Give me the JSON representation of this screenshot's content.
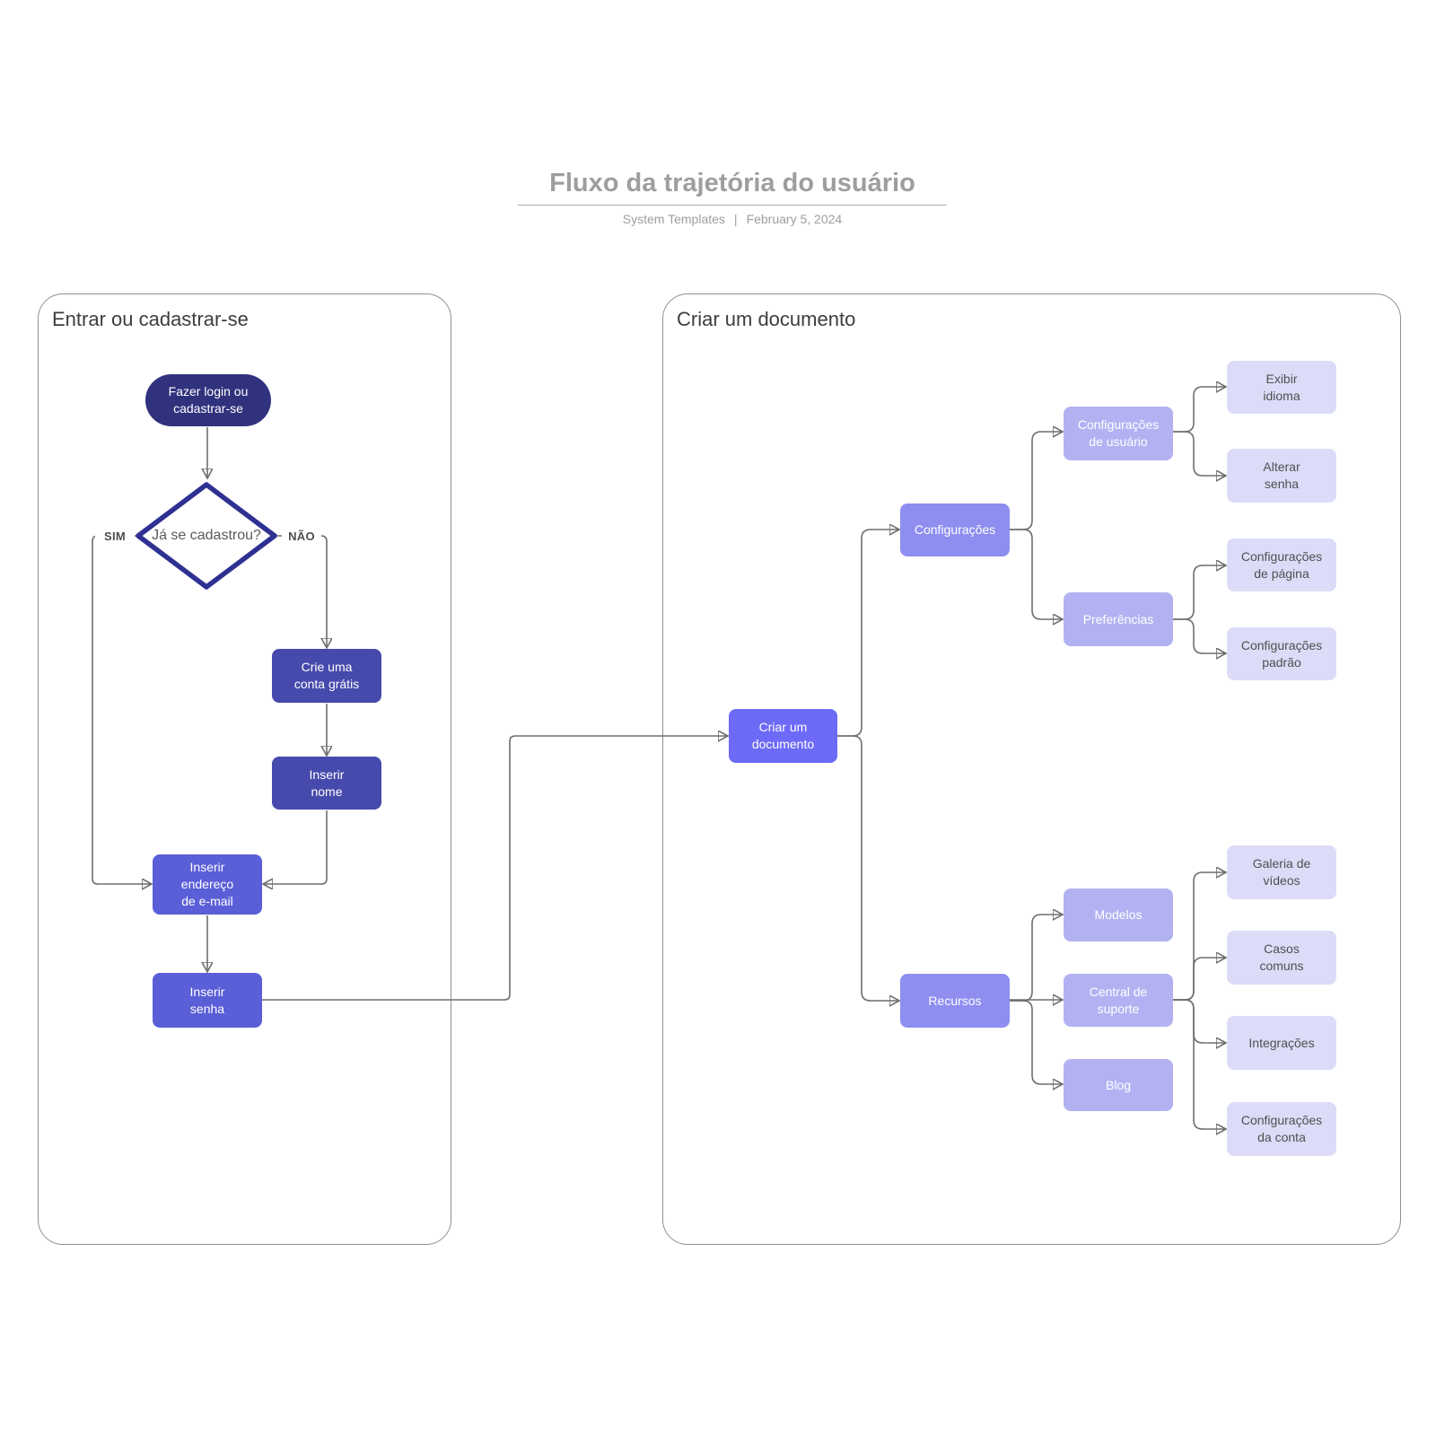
{
  "header": {
    "title": "Fluxo da trajetória do usuário",
    "meta_left": "System Templates",
    "meta_separator": "|",
    "meta_date": "February 5, 2024"
  },
  "palette": {
    "node_darkest": "#31327e",
    "diamond_border": "#2e3192",
    "node_dark": "#454aac",
    "node_medium_dark": "#5a5fd8",
    "node_primary": "#6c6af6",
    "node_medium": "#8e8ef0",
    "node_light": "#b2b2f3",
    "node_lightest": "#dcdcf9",
    "connector": "#6e6e6e",
    "leaf_text": "#4f4f4f",
    "group_border": "#8f8f8f",
    "title_gray": "#9e9e9e"
  },
  "flowchart": {
    "groups": [
      {
        "id": "signin",
        "label": "Entrar ou cadastrar-se"
      },
      {
        "id": "create_doc",
        "label": "Criar um documento"
      }
    ],
    "nodes": {
      "login": {
        "label": "Fazer login ou\ncadastrar-se"
      },
      "registered_decision": {
        "label": "Já se cadastrou?",
        "yes_label": "SIM",
        "no_label": "NÃO"
      },
      "create_free_account": {
        "label": "Crie uma\nconta grátis"
      },
      "enter_name": {
        "label": "Inserir\nnome"
      },
      "enter_email": {
        "label": "Inserir\nendereço\nde e-mail"
      },
      "enter_password": {
        "label": "Inserir\nsenha"
      },
      "create_document": {
        "label": "Criar um\ndocumento"
      },
      "settings": {
        "label": "Configurações"
      },
      "resources": {
        "label": "Recursos"
      },
      "user_settings": {
        "label": "Configurações\nde usuário"
      },
      "preferences": {
        "label": "Preferências"
      },
      "templates": {
        "label": "Modelos"
      },
      "support_center": {
        "label": "Central de\nsuporte"
      },
      "blog": {
        "label": "Blog"
      },
      "display_language": {
        "label": "Exibir\nidioma"
      },
      "change_password": {
        "label": "Alterar\nsenha"
      },
      "page_settings": {
        "label": "Configurações\nde página"
      },
      "default_settings": {
        "label": "Configurações\npadrão"
      },
      "video_gallery": {
        "label": "Galeria de\nvídeos"
      },
      "common_cases": {
        "label": "Casos\ncomuns"
      },
      "integrations": {
        "label": "Integrações"
      },
      "account_settings": {
        "label": "Configurações\nda conta"
      }
    },
    "edges": [
      {
        "from": "login",
        "to": "registered_decision"
      },
      {
        "from": "registered_decision",
        "to": "enter_email",
        "label": "SIM"
      },
      {
        "from": "registered_decision",
        "to": "create_free_account",
        "label": "NÃO"
      },
      {
        "from": "create_free_account",
        "to": "enter_name"
      },
      {
        "from": "enter_name",
        "to": "enter_email"
      },
      {
        "from": "enter_email",
        "to": "enter_password"
      },
      {
        "from": "enter_password",
        "to": "create_document"
      },
      {
        "from": "create_document",
        "to": "settings"
      },
      {
        "from": "create_document",
        "to": "resources"
      },
      {
        "from": "settings",
        "to": "user_settings"
      },
      {
        "from": "settings",
        "to": "preferences"
      },
      {
        "from": "user_settings",
        "to": "display_language"
      },
      {
        "from": "user_settings",
        "to": "change_password"
      },
      {
        "from": "preferences",
        "to": "page_settings"
      },
      {
        "from": "preferences",
        "to": "default_settings"
      },
      {
        "from": "resources",
        "to": "templates"
      },
      {
        "from": "resources",
        "to": "support_center"
      },
      {
        "from": "resources",
        "to": "blog"
      },
      {
        "from": "support_center",
        "to": "video_gallery"
      },
      {
        "from": "support_center",
        "to": "common_cases"
      },
      {
        "from": "support_center",
        "to": "integrations"
      },
      {
        "from": "support_center",
        "to": "account_settings"
      }
    ]
  }
}
